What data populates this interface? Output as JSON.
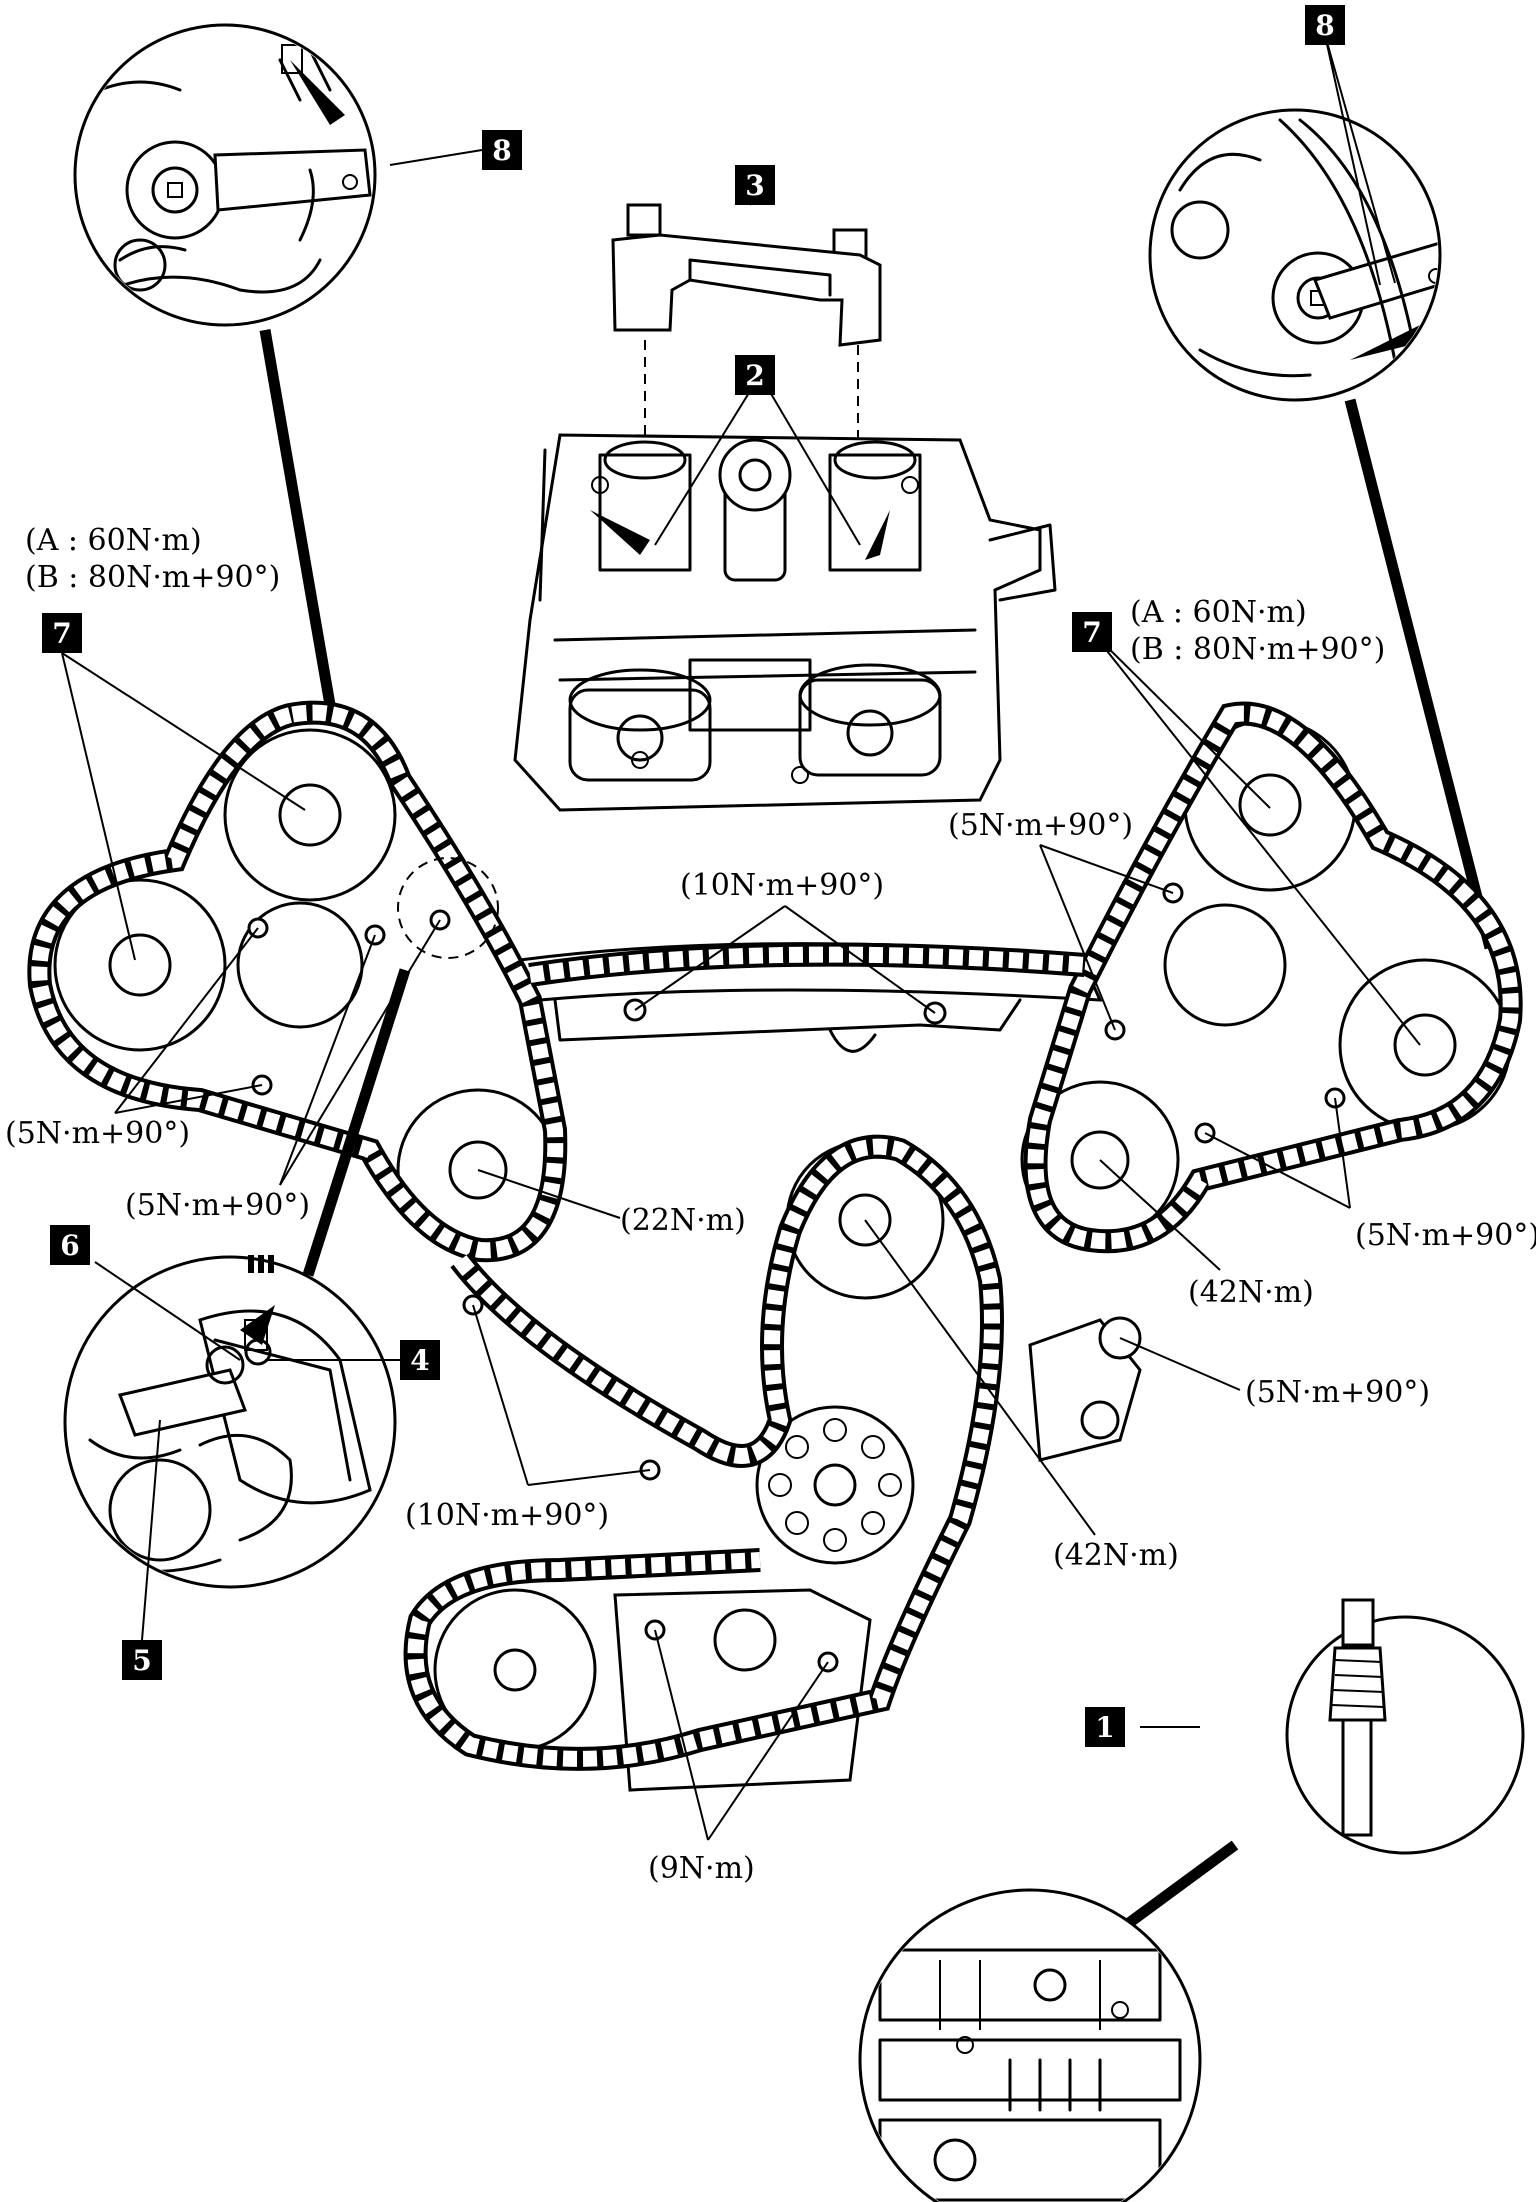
{
  "callouts": {
    "c1": "1",
    "c2": "2",
    "c3": "3",
    "c4": "4",
    "c5": "5",
    "c6": "6",
    "c7_left": "7",
    "c7_right": "7",
    "c8_left": "8",
    "c8_right": "8"
  },
  "torques": {
    "left_a": "(A : 60N·m)",
    "left_b": "(B : 80N·m+90°)",
    "right_a": "(A : 60N·m)",
    "right_b": "(B : 80N·m+90°)",
    "upper_guide": "(10N·m+90°)",
    "right_upper": "(5N·m+90°)",
    "left_lower": "(5N·m+90°)",
    "left_mid": "(5N·m+90°)",
    "idler_left": "(22N·m)",
    "right_lower": "(5N·m+90°)",
    "idler_right": "(42N·m)",
    "tensioner_right": "(5N·m+90°)",
    "lower_guide": "(10N·m+90°)",
    "crank_sprocket": "(42N·m)",
    "bottom_guide": "(9N·m)"
  }
}
